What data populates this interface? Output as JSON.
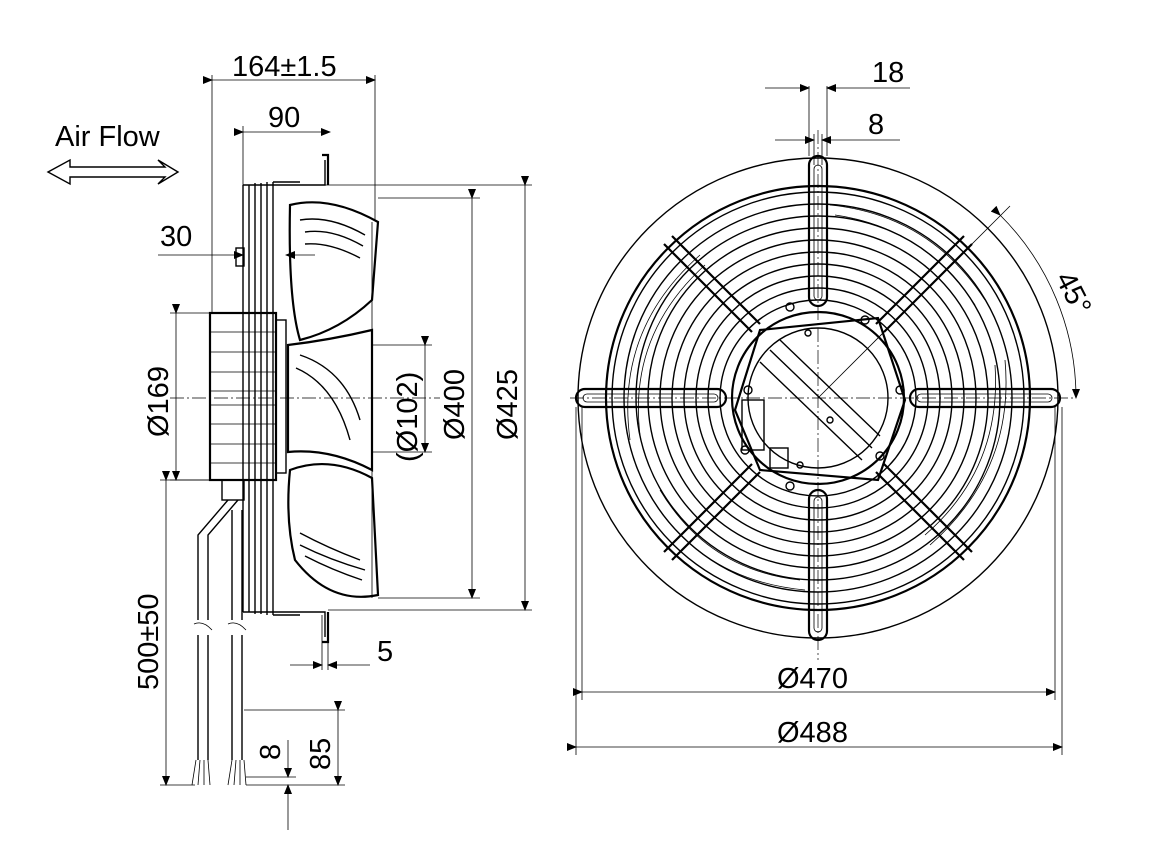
{
  "air_flow_label": "Air Flow",
  "side_view": {
    "dim_overall_depth": "164±1.5",
    "dim_motor_depth": "90",
    "dim_flange": "30",
    "dim_motor_diameter": "Ø169",
    "dim_hub_diameter": "(Ø102)",
    "dim_impeller_diameter": "Ø400",
    "dim_guard_diameter": "Ø425",
    "dim_offset": "5",
    "dim_cable_length": "500±50",
    "dim_strip_length": "85",
    "dim_wire_end": "8"
  },
  "front_view": {
    "dim_slot_width": "18",
    "dim_slot_inner": "8",
    "dim_angle": "45°",
    "dim_hole_circle": "Ø470",
    "dim_outer_diameter": "Ø488"
  }
}
